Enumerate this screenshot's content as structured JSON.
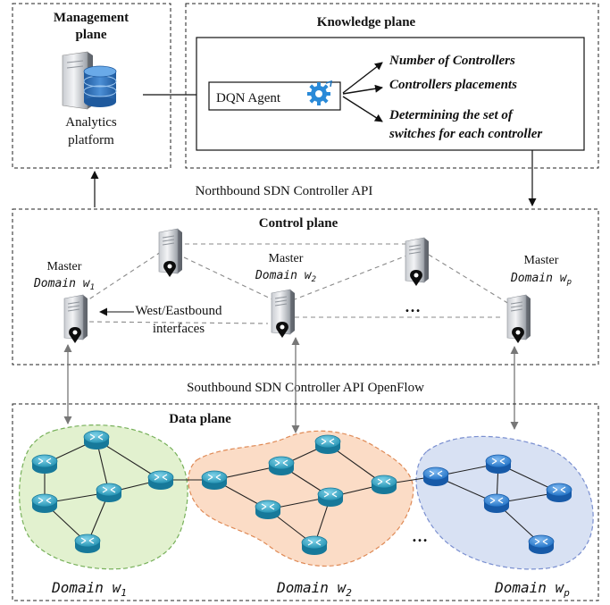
{
  "management_plane": {
    "title_line1": "Management",
    "title_line2": "plane",
    "platform_line1": "Analytics",
    "platform_line2": "platform",
    "icon": "database-server-icon"
  },
  "knowledge_plane": {
    "title": "Knowledge plane",
    "agent_label": "DQN Agent",
    "agent_icon": "gear-icon",
    "outputs": [
      "Number of Controllers",
      "Controllers placements",
      "Determining the set of",
      "switches for each controller"
    ]
  },
  "northbound_api": "Northbound SDN Controller API",
  "control_plane": {
    "title": "Control plane",
    "master_label": "Master",
    "domain_word": "Domain",
    "domains": [
      {
        "var": "w",
        "sub": "1"
      },
      {
        "var": "w",
        "sub": "2"
      },
      {
        "var": "w",
        "sub": "p"
      }
    ],
    "west_east_line1": "West/Eastbound",
    "west_east_line2": "interfaces",
    "ellipsis": "…"
  },
  "southbound_api": "Southbound SDN Controller API OpenFlow",
  "data_plane": {
    "title": "Data plane",
    "ellipsis": "…",
    "colors": {
      "domain1_fill": "#e2f1cf",
      "domain1_stroke": "#77b05a",
      "domain2_fill": "#fbdcc6",
      "domain2_stroke": "#df8a56",
      "domainp_fill": "#d8e1f3",
      "domainp_stroke": "#7a8fd0"
    }
  }
}
